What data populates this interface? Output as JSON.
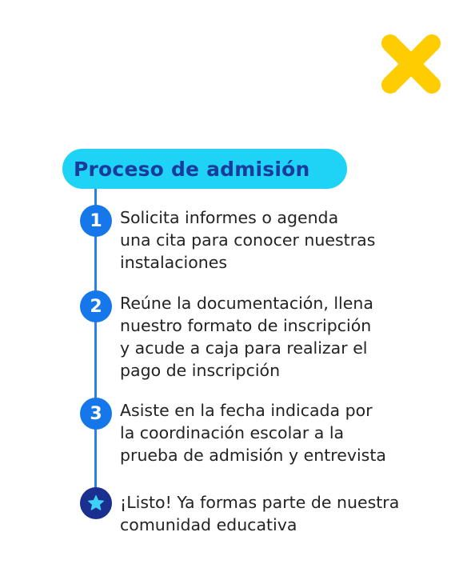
{
  "close_button": {
    "icon": "close-icon",
    "color": "#FFCC00"
  },
  "title": "Proceso de admisión",
  "colors": {
    "title_bg": "#1FD3F6",
    "title_text": "#1A3A9C",
    "timeline": "#2B7EF0",
    "step_badge": "#1577EA",
    "final_badge": "#1A2F8F"
  },
  "steps": [
    {
      "number": "1",
      "text": "Solicita informes o agenda\nuna cita para conocer nuestras\ninstalaciones"
    },
    {
      "number": "2",
      "text": "Reúne la documentación, llena\nnuestro formato de inscripción\ny acude a caja para realizar el\npago de inscripción"
    },
    {
      "number": "3",
      "text": "Asiste en la fecha indicada por\nla coordinación escolar a la\nprueba de admisión y entrevista"
    }
  ],
  "final_step": {
    "icon": "star-icon",
    "text": "¡Listo! Ya formas parte de nuestra\ncomunidad educativa"
  }
}
